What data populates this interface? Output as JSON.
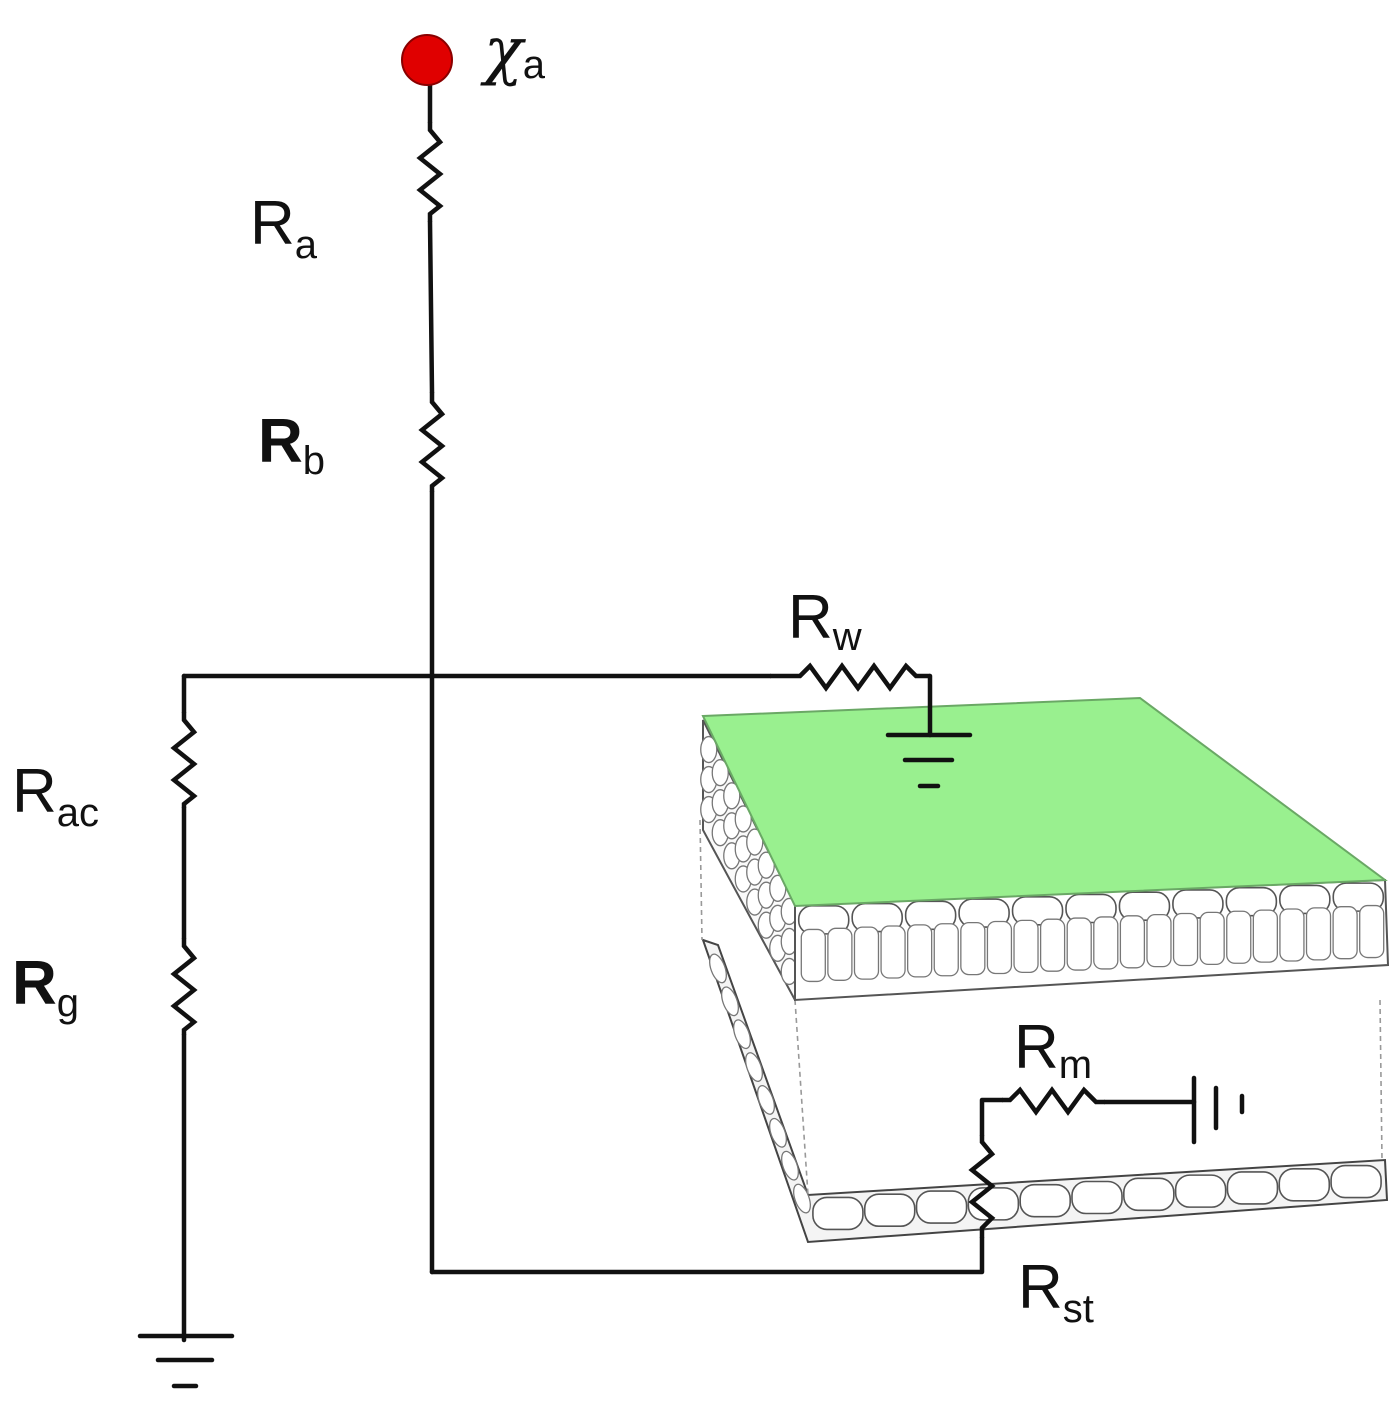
{
  "labels": {
    "chi": {
      "sym": "χ",
      "sub": "a"
    },
    "ra": {
      "main": "R",
      "sub": "a"
    },
    "rb": {
      "main": "R",
      "sub": "b"
    },
    "rw": {
      "main": "R",
      "sub": "w"
    },
    "rac": {
      "main": "R",
      "sub": "ac"
    },
    "rg": {
      "main": "R",
      "sub": "g"
    },
    "rm": {
      "main": "R",
      "sub": "m"
    },
    "rst": {
      "main": "R",
      "sub": "st"
    }
  },
  "colors": {
    "node": "#e00000",
    "leaf_surface": "#99f08f",
    "wire": "#111111"
  },
  "icons": [
    "ground-icon",
    "ground-icon",
    "battery-icon",
    "leaf-tissue-illustration"
  ]
}
